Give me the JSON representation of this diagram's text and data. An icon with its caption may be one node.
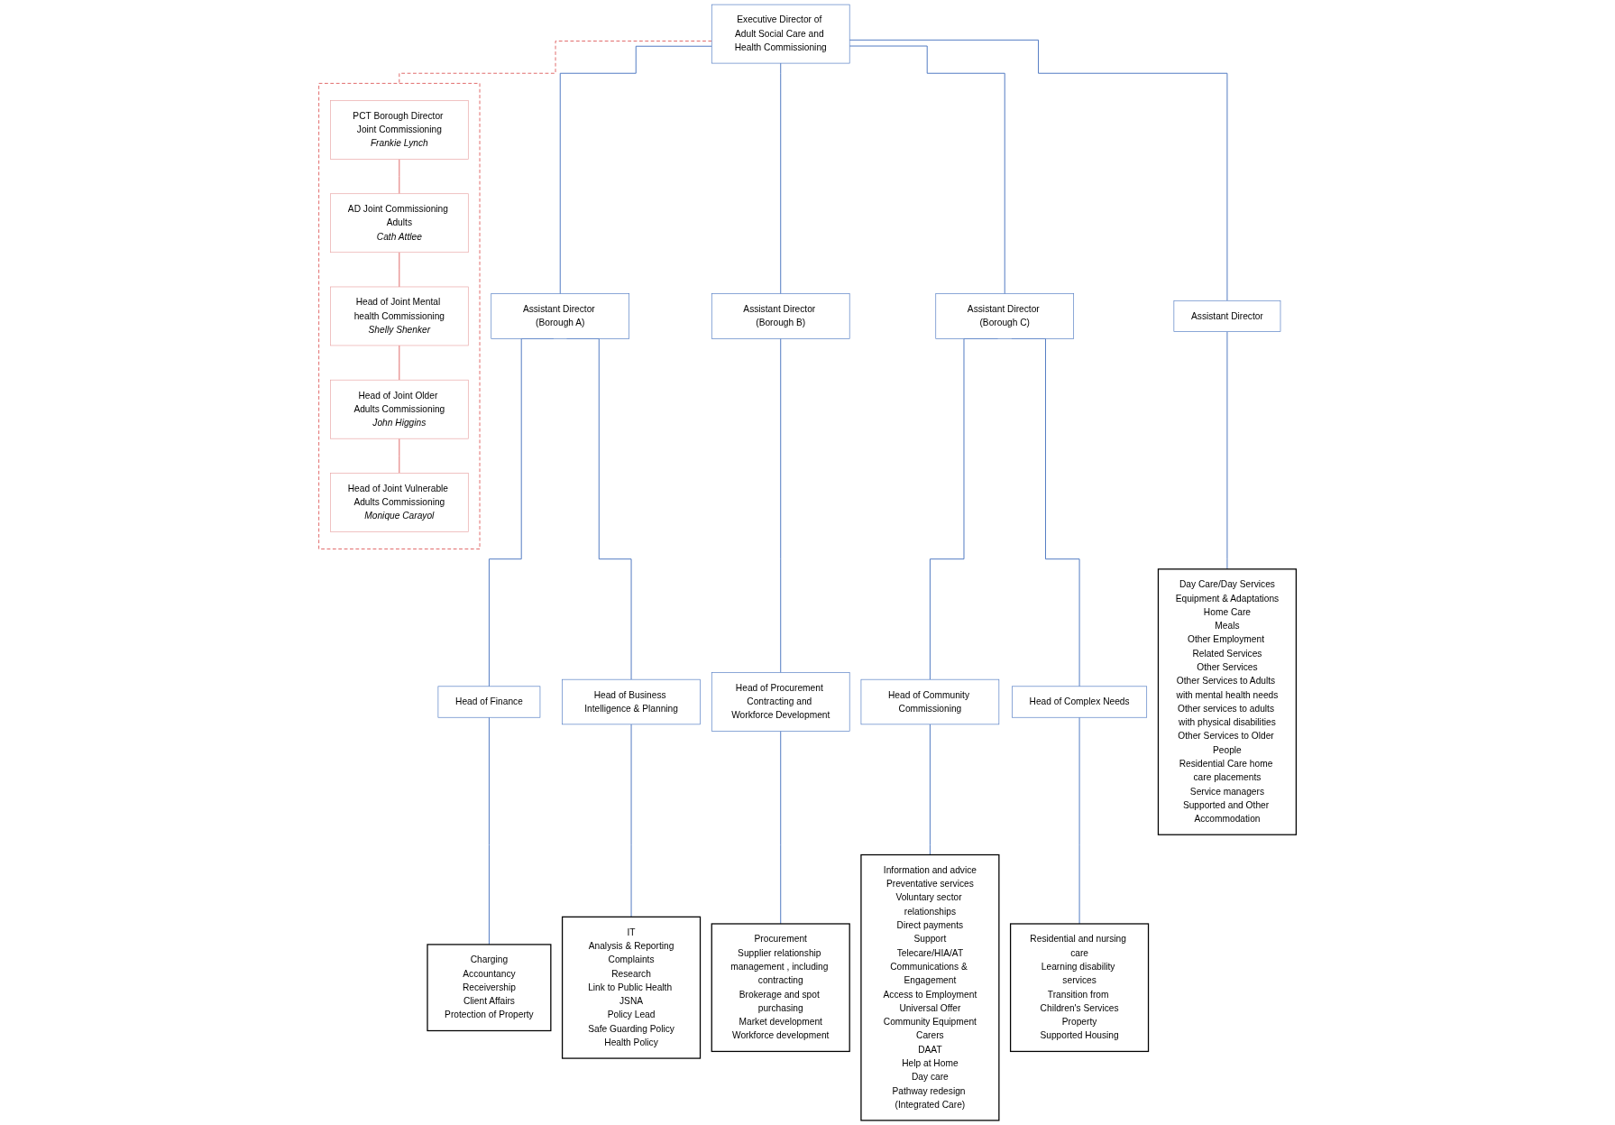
{
  "diagram": {
    "nodes": [
      {
        "text": [
          "Executive Director of Adult Social Care and Health Commissioning"
        ]
      },
      {
        "text": [
          "Assistant Director (Borough A)"
        ]
      },
      {
        "text": [
          "Assistant Director (Borough B)"
        ]
      },
      {
        "text": [
          "Assistant Director (Borough C)"
        ]
      },
      {
        "text": [
          "Assistant Director"
        ]
      },
      {
        "text": [
          "Head of Finance"
        ]
      },
      {
        "text": [
          "Head of Business Intelligence & Planning"
        ]
      },
      {
        "text": [
          "Head of Procurement Contracting and Workforce Development"
        ]
      },
      {
        "text": [
          "Head of Community Commissioning"
        ]
      },
      {
        "text": [
          "Head of Complex Needs"
        ]
      },
      {
        "text": [
          "Charging",
          "Accountancy",
          "Receivership",
          "Client Affairs",
          "Protection of Property"
        ]
      },
      {
        "text": [
          "IT",
          "Analysis & Reporting",
          "Complaints",
          "Research",
          "Link to Public Health JSNA",
          "Policy Lead",
          "Safe Guarding Policy",
          "Health Policy"
        ]
      },
      {
        "text": [
          "Procurement",
          "Supplier relationship management , including contracting",
          "Brokerage and spot purchasing",
          "Market development",
          "Workforce development"
        ]
      },
      {
        "text": [
          "Information and advice",
          "Preventative services",
          "Voluntary sector relationships",
          "Direct payments",
          "Support",
          "Telecare/HIA/AT",
          "Communications & Engagement",
          "Access to Employment",
          "Universal Offer",
          "Community Equipment",
          "Carers",
          "DAAT",
          "Help at Home",
          "Day care",
          "Pathway redesign (Integrated Care)"
        ]
      },
      {
        "text": [
          "Residential and nursing care",
          "Learning disability services",
          "Transition from Children's Services",
          "Property",
          "Supported Housing"
        ]
      },
      {
        "text": [
          "Day Care/Day Services",
          "Equipment & Adaptations",
          "Home Care",
          "Meals",
          "Other Employment Related Services",
          "Other Services",
          "Other Services to Adults with mental health needs",
          "Other services to adults with physical disabilities",
          "Other Services to Older People",
          "Residential Care home care placements",
          "Service managers",
          "Supported and Other Accommodation"
        ]
      },
      {
        "text": [],
        "shape": "box"
      },
      {
        "text": [
          "PCT Borough Director Joint Commissioning",
          "Frankie Lynch"
        ],
        "in": 16
      },
      {
        "text": [
          "AD Joint Commissioning Adults",
          "Cath Attlee"
        ],
        "in": 16
      },
      {
        "text": [
          "Head of Joint Mental health Commissioning",
          "Shelly Shenker"
        ],
        "in": 16
      },
      {
        "text": [
          "Head of Joint Older Adults Commissioning",
          "John Higgins"
        ],
        "in": 16
      },
      {
        "text": [
          "Head of Joint Vulnerable Adults Commissioning",
          "Monique Carayol"
        ],
        "in": 16
      }
    ],
    "edges": [
      {
        "from": 0,
        "to": 1,
        "arrow": "none"
      },
      {
        "from": 0,
        "to": 2,
        "arrow": "none"
      },
      {
        "from": 0,
        "to": 3,
        "arrow": "none"
      },
      {
        "from": 0,
        "to": 4,
        "arrow": "none"
      },
      {
        "from": 1,
        "to": 5,
        "arrow": "none"
      },
      {
        "from": 1,
        "to": 6,
        "arrow": "none"
      },
      {
        "from": 2,
        "to": 7,
        "arrow": "none"
      },
      {
        "from": 3,
        "to": 8,
        "arrow": "none"
      },
      {
        "from": 3,
        "to": 9,
        "arrow": "none"
      },
      {
        "from": 4,
        "to": 15,
        "arrow": "none"
      },
      {
        "from": 5,
        "to": 10,
        "arrow": "none"
      },
      {
        "from": 6,
        "to": 11,
        "arrow": "none"
      },
      {
        "from": 7,
        "to": 12,
        "arrow": "none"
      },
      {
        "from": 8,
        "to": 13,
        "arrow": "none"
      },
      {
        "from": 9,
        "to": 14,
        "arrow": "none"
      },
      {
        "from": 0,
        "to": 16,
        "arrow": "none",
        "style": "dashed",
        "color": "#e06666"
      },
      {
        "from": 17,
        "to": 18,
        "arrow": "none",
        "color": "#e06666"
      },
      {
        "from": 18,
        "to": 19,
        "arrow": "none",
        "color": "#e06666"
      },
      {
        "from": 19,
        "to": 20,
        "arrow": "none",
        "color": "#e06666"
      },
      {
        "from": 20,
        "to": 21,
        "arrow": "none",
        "color": "#e06666"
      }
    ]
  }
}
